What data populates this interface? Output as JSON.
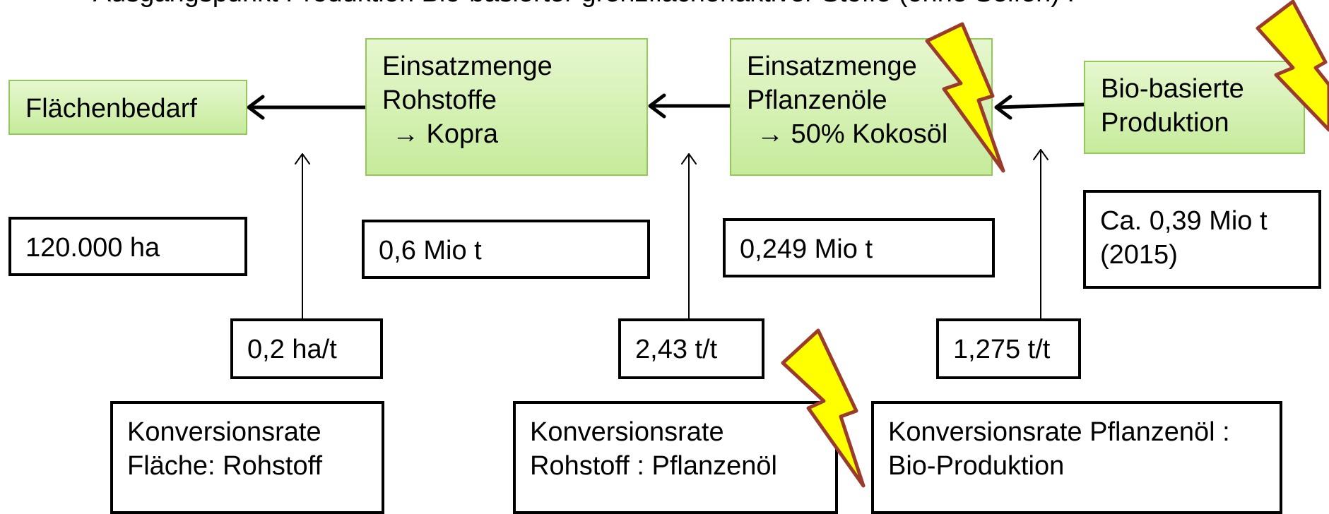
{
  "top_text": "•  Ausgangspunkt Produktion Bio-basierter grenzflächenaktiver Stoffe (ohne Seifen) :",
  "flow": {
    "flaechenbedarf": "Flächenbedarf",
    "rohstoffe": [
      "Einsatzmenge",
      "Rohstoffe",
      "→ Kopra"
    ],
    "pflanzenoele": [
      "Einsatzmenge",
      "Pflanzenöle",
      "→ 50% Kokosöl"
    ],
    "produktion": [
      "Bio-basierte",
      "Produktion"
    ]
  },
  "values": {
    "flaeche": "120.000 ha",
    "rohstoffe": "0,6 Mio t",
    "pflanzenoele": "0,249 Mio t",
    "produktion": [
      "Ca. 0,39 Mio t",
      "(2015)"
    ]
  },
  "rates": {
    "flaeche_rohstoff": "0,2 ha/t",
    "rohstoff_oel": "2,43 t/t",
    "oel_produktion": "1,275 t/t"
  },
  "labels": {
    "flaeche_rohstoff": [
      "Konversionsrate",
      "Fläche: Rohstoff"
    ],
    "rohstoff_oel": [
      "Konversionsrate",
      "Rohstoff : Pflanzenöl"
    ],
    "oel_produktion": [
      "Konversionsrate Pflanzenöl :",
      "Bio-Produktion"
    ]
  },
  "colors": {
    "box_fill": "#d4f0b0",
    "box_border": "#94c95a",
    "lightning_fill": "#ffff00",
    "lightning_stroke": "#9b3b2b"
  }
}
